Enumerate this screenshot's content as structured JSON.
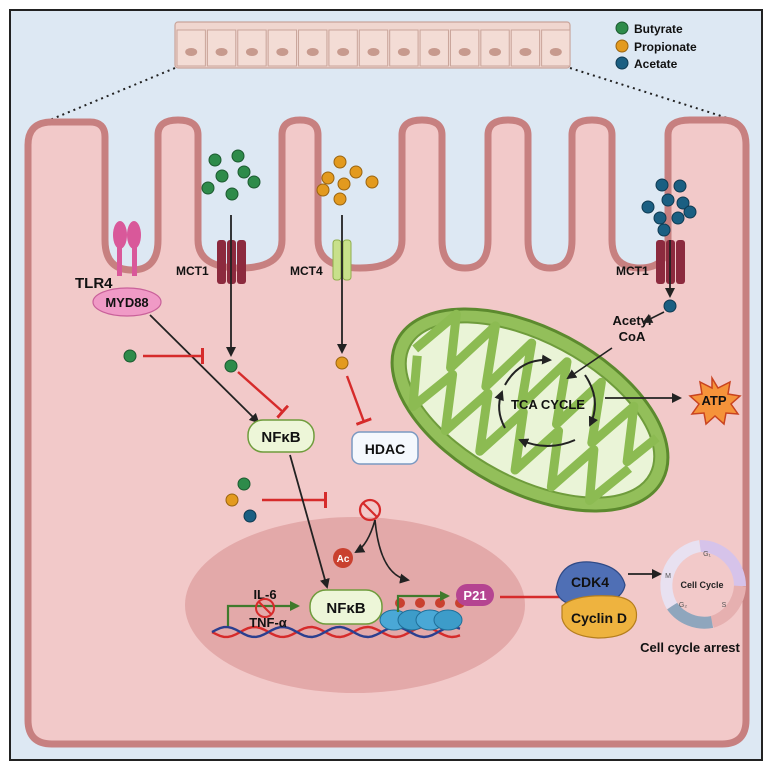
{
  "legend": {
    "items": [
      {
        "label": "Butyrate",
        "color": "#2e8b4a"
      },
      {
        "label": "Propionate",
        "color": "#e39a1e"
      },
      {
        "label": "Acetate",
        "color": "#1b5f82"
      }
    ]
  },
  "receptors": {
    "tlr4": "TLR4",
    "myd88": "MYD88",
    "mct1_left": "MCT1",
    "mct4": "MCT4",
    "mct1_right": "MCT1"
  },
  "cytoplasm": {
    "nfkb": "NFκB",
    "hdac": "HDAC",
    "acetyl_coa_line1": "Acetyl",
    "acetyl_coa_line2": "CoA",
    "tca": "TCA CYCLE",
    "atp": "ATP",
    "ac": "Ac"
  },
  "nucleus": {
    "nfkb": "NFκB",
    "il6": "IL-6",
    "tnf": "TNF-α",
    "p21": "P21",
    "ac_mark": "Ac"
  },
  "cell_cycle": {
    "cdk4": "CDK4",
    "cyclin_d": "Cyclin D",
    "ring_label": "Cell Cycle",
    "g1": "G₁",
    "s": "S",
    "g2": "G₂",
    "m": "M",
    "arrest": "Cell cycle arrest"
  },
  "colors": {
    "background": "#dde8f3",
    "cell_fill": "#f2c9c9",
    "cell_stroke": "#c78080",
    "nucleus_fill": "#e3a9a9",
    "mitochondria": "#93bf5a",
    "inhibit": "#d62b2b"
  }
}
